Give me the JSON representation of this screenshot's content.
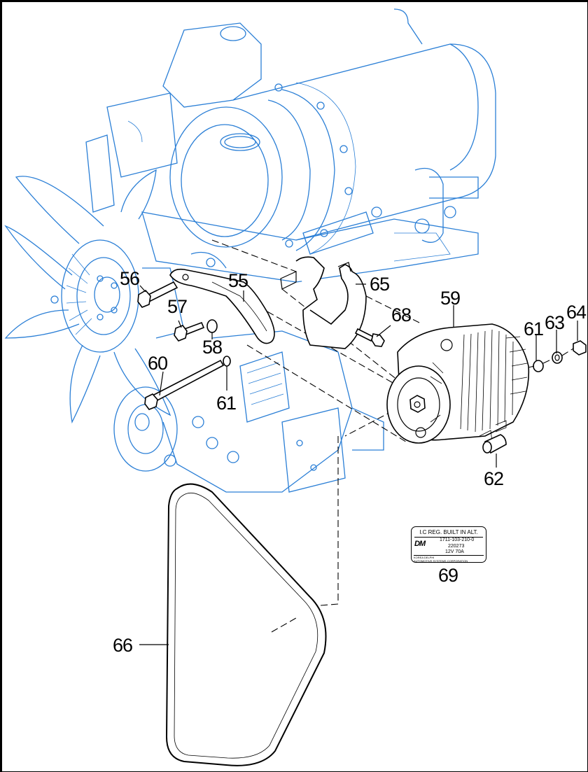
{
  "diagram": {
    "title": "Alternator mounting exploded view",
    "colors": {
      "engine_outline": "#2b7fd6",
      "parts_outline": "#000000",
      "background": "#ffffff"
    },
    "callouts": [
      {
        "id": "55",
        "label": "55",
        "part": "alternator-bracket"
      },
      {
        "id": "56",
        "label": "56",
        "part": "bolt"
      },
      {
        "id": "57",
        "label": "57",
        "part": "bolt"
      },
      {
        "id": "58",
        "label": "58",
        "part": "washer"
      },
      {
        "id": "59",
        "label": "59",
        "part": "alternator"
      },
      {
        "id": "60",
        "label": "60",
        "part": "long-bolt"
      },
      {
        "id": "61a",
        "label": "61",
        "part": "washer"
      },
      {
        "id": "61b",
        "label": "61",
        "part": "washer"
      },
      {
        "id": "62",
        "label": "62",
        "part": "bushing"
      },
      {
        "id": "63",
        "label": "63",
        "part": "spring-washer"
      },
      {
        "id": "64",
        "label": "64",
        "part": "nut"
      },
      {
        "id": "65",
        "label": "65",
        "part": "belt-guard"
      },
      {
        "id": "66",
        "label": "66",
        "part": "v-belt"
      },
      {
        "id": "68",
        "label": "68",
        "part": "bolt"
      },
      {
        "id": "69",
        "label": "69",
        "part": "label-plate"
      }
    ],
    "label_plate": {
      "header": "I.C REG. BUILT IN ALT.",
      "logo": "DM",
      "part_number": "1711-103-210-0",
      "code": "220273",
      "rating": "12V   70A",
      "manufacturer_line1": "KOREA DELPHI",
      "manufacturer_line2": "AUTOMOTIVE SYSTEMS CORPORATION"
    }
  }
}
